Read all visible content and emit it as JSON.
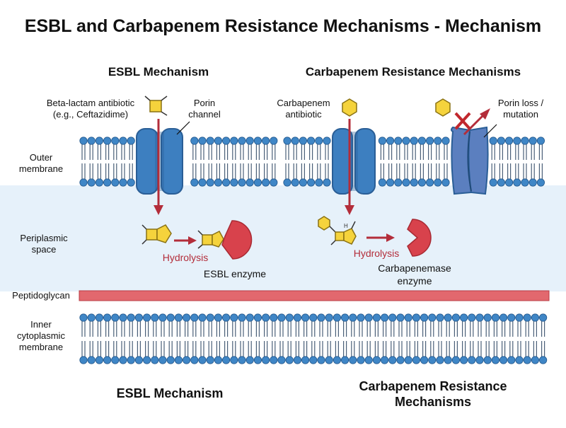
{
  "title": "ESBL and Carbapenem Resistance Mechanisms - Mechanism",
  "panels": {
    "esbl": {
      "heading": "ESBL Mechanism",
      "antibiotic_line1": "Beta-lactam antibiotic",
      "antibiotic_line2": "(e.g., Ceftazidime)",
      "porin_line1": "Porin",
      "porin_line2": "channel",
      "hydrolysis": "Hydrolysis",
      "enzyme": "ESBL enzyme",
      "footer": "ESBL Mechanism"
    },
    "carbapenem": {
      "heading": "Carbapenem Resistance Mechanisms",
      "antibiotic_line1": "Carbapenem",
      "antibiotic_line2": "antibiotic",
      "porin_loss_line1": "Porin loss /",
      "porin_loss_line2": "mutation",
      "hydrolysis": "Hydrolysis",
      "enzyme_line1": "Carbapenemase",
      "enzyme_line2": "enzyme",
      "footer_line1": "Carbapenem Resistance",
      "footer_line2": "Mechanisms",
      "chem_label": "H"
    }
  },
  "layers": {
    "outer_line1": "Outer",
    "outer_line2": "membrane",
    "periplasm_line1": "Periplasmic",
    "periplasm_line2": "space",
    "peptidoglycan": "Peptidoglycan",
    "inner_line1": "Inner",
    "inner_line2": "cytoplasmic",
    "inner_line3": "membrane"
  },
  "colors": {
    "lipid_head": "#3f86c6",
    "lipid_head_stroke": "#24598e",
    "lipid_tail": "#4a5f78",
    "porin": "#3d7fc0",
    "porin_dark": "#2a5e96",
    "porin_mutant": "#5b7fbf",
    "periplasm": "#e6f1fa",
    "peptidoglycan": "#e2686e",
    "peptidoglycan_stroke": "#b83c44",
    "arrow": "#b32d3a",
    "enzyme": "#d8424c",
    "enzyme_dark": "#a82a33",
    "molecule": "#f5d33c",
    "molecule_stroke": "#8a7214",
    "hydrolysis_text": "#b32d3a",
    "text": "#111111"
  },
  "icons": {
    "porin": "porin-channel-icon",
    "enzyme": "pacman-enzyme-icon",
    "blocked": "red-x-icon"
  }
}
